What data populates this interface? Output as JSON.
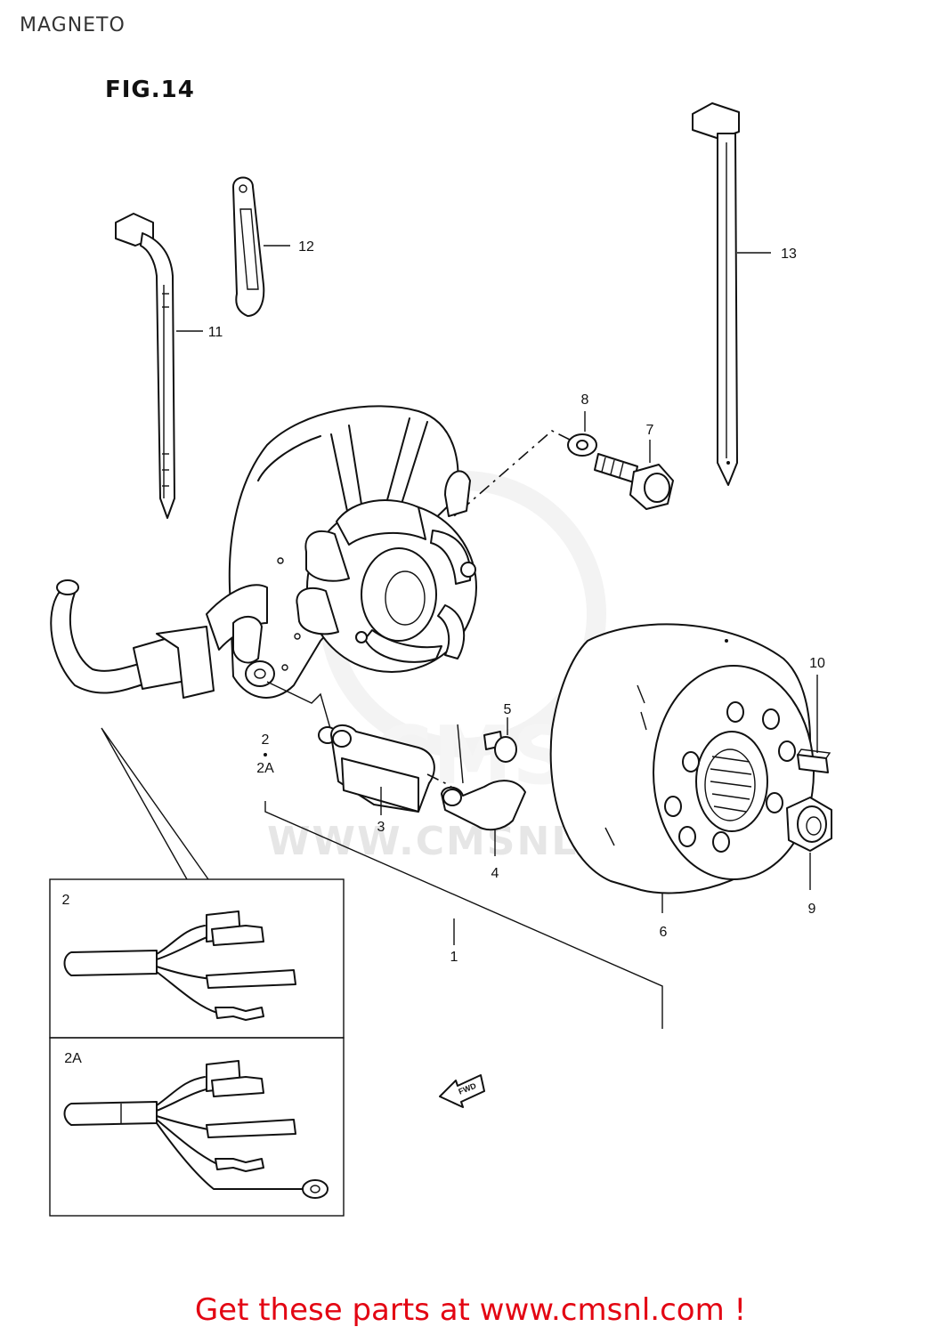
{
  "header": {
    "title": "MAGNETO",
    "figure": "FIG.14"
  },
  "callouts": {
    "c1": "1",
    "c2": "2",
    "c2a": "2A",
    "c3": "3",
    "c4": "4",
    "c5": "5",
    "c6": "6",
    "c7": "7",
    "c8": "8",
    "c9": "9",
    "c10": "10",
    "c11": "11",
    "c12": "12",
    "c13": "13"
  },
  "insets": {
    "top_label": "2",
    "bottom_label": "2A"
  },
  "arrow": {
    "label": "FWD"
  },
  "watermark": {
    "text": "WWW.CMSNL.COM",
    "logo": "CMS"
  },
  "cta": {
    "text": "Get these parts at www.cmsnl.com !"
  },
  "colors": {
    "cta": "#e30613",
    "line": "#111111",
    "watermark": "#e6e6e6"
  }
}
